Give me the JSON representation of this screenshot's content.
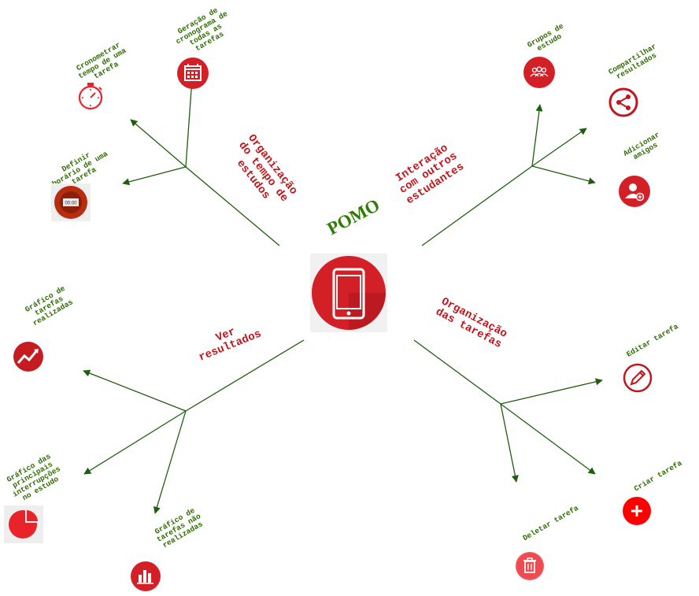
{
  "title": "POMO",
  "branches": {
    "tempo": "Organização\ndo tempo de\nestudos",
    "interacao": "Interação\ncom outros\nestudantes",
    "resultados": "Ver\nresultados",
    "tarefas": "Organização\ndas tarefas"
  },
  "leaves": {
    "cronometrar": "Cronometrar\ntempo de uma\ntarefa",
    "cronograma": "Geração de\ncronograma de\ntodas as\ntarefas",
    "definir": "Definir\nhorário de uma\ntarefa",
    "grupos": "Grupos de\nestudo",
    "compartilhar": "Compartilhar\nresultados",
    "adicionar": "Adicionar\namigos",
    "grafico_realizadas": "Gráfico de\ntarefas\nrealizadas",
    "grafico_interrupcoes": "Gráfico das\nprincipais\ninterrupções\nno estudo",
    "grafico_nao_realizadas": "Gráfico de\ntarefas não\nrealizadas",
    "editar": "Editar tarefa",
    "criar": "Criar tarefa",
    "deletar": "Deletar tarefa"
  },
  "clock_icon_text": "00:00",
  "colors": {
    "line": "#1e5e0e",
    "red": "#d32027",
    "green_text": "#2e6b00",
    "title": "#2e7d00"
  }
}
